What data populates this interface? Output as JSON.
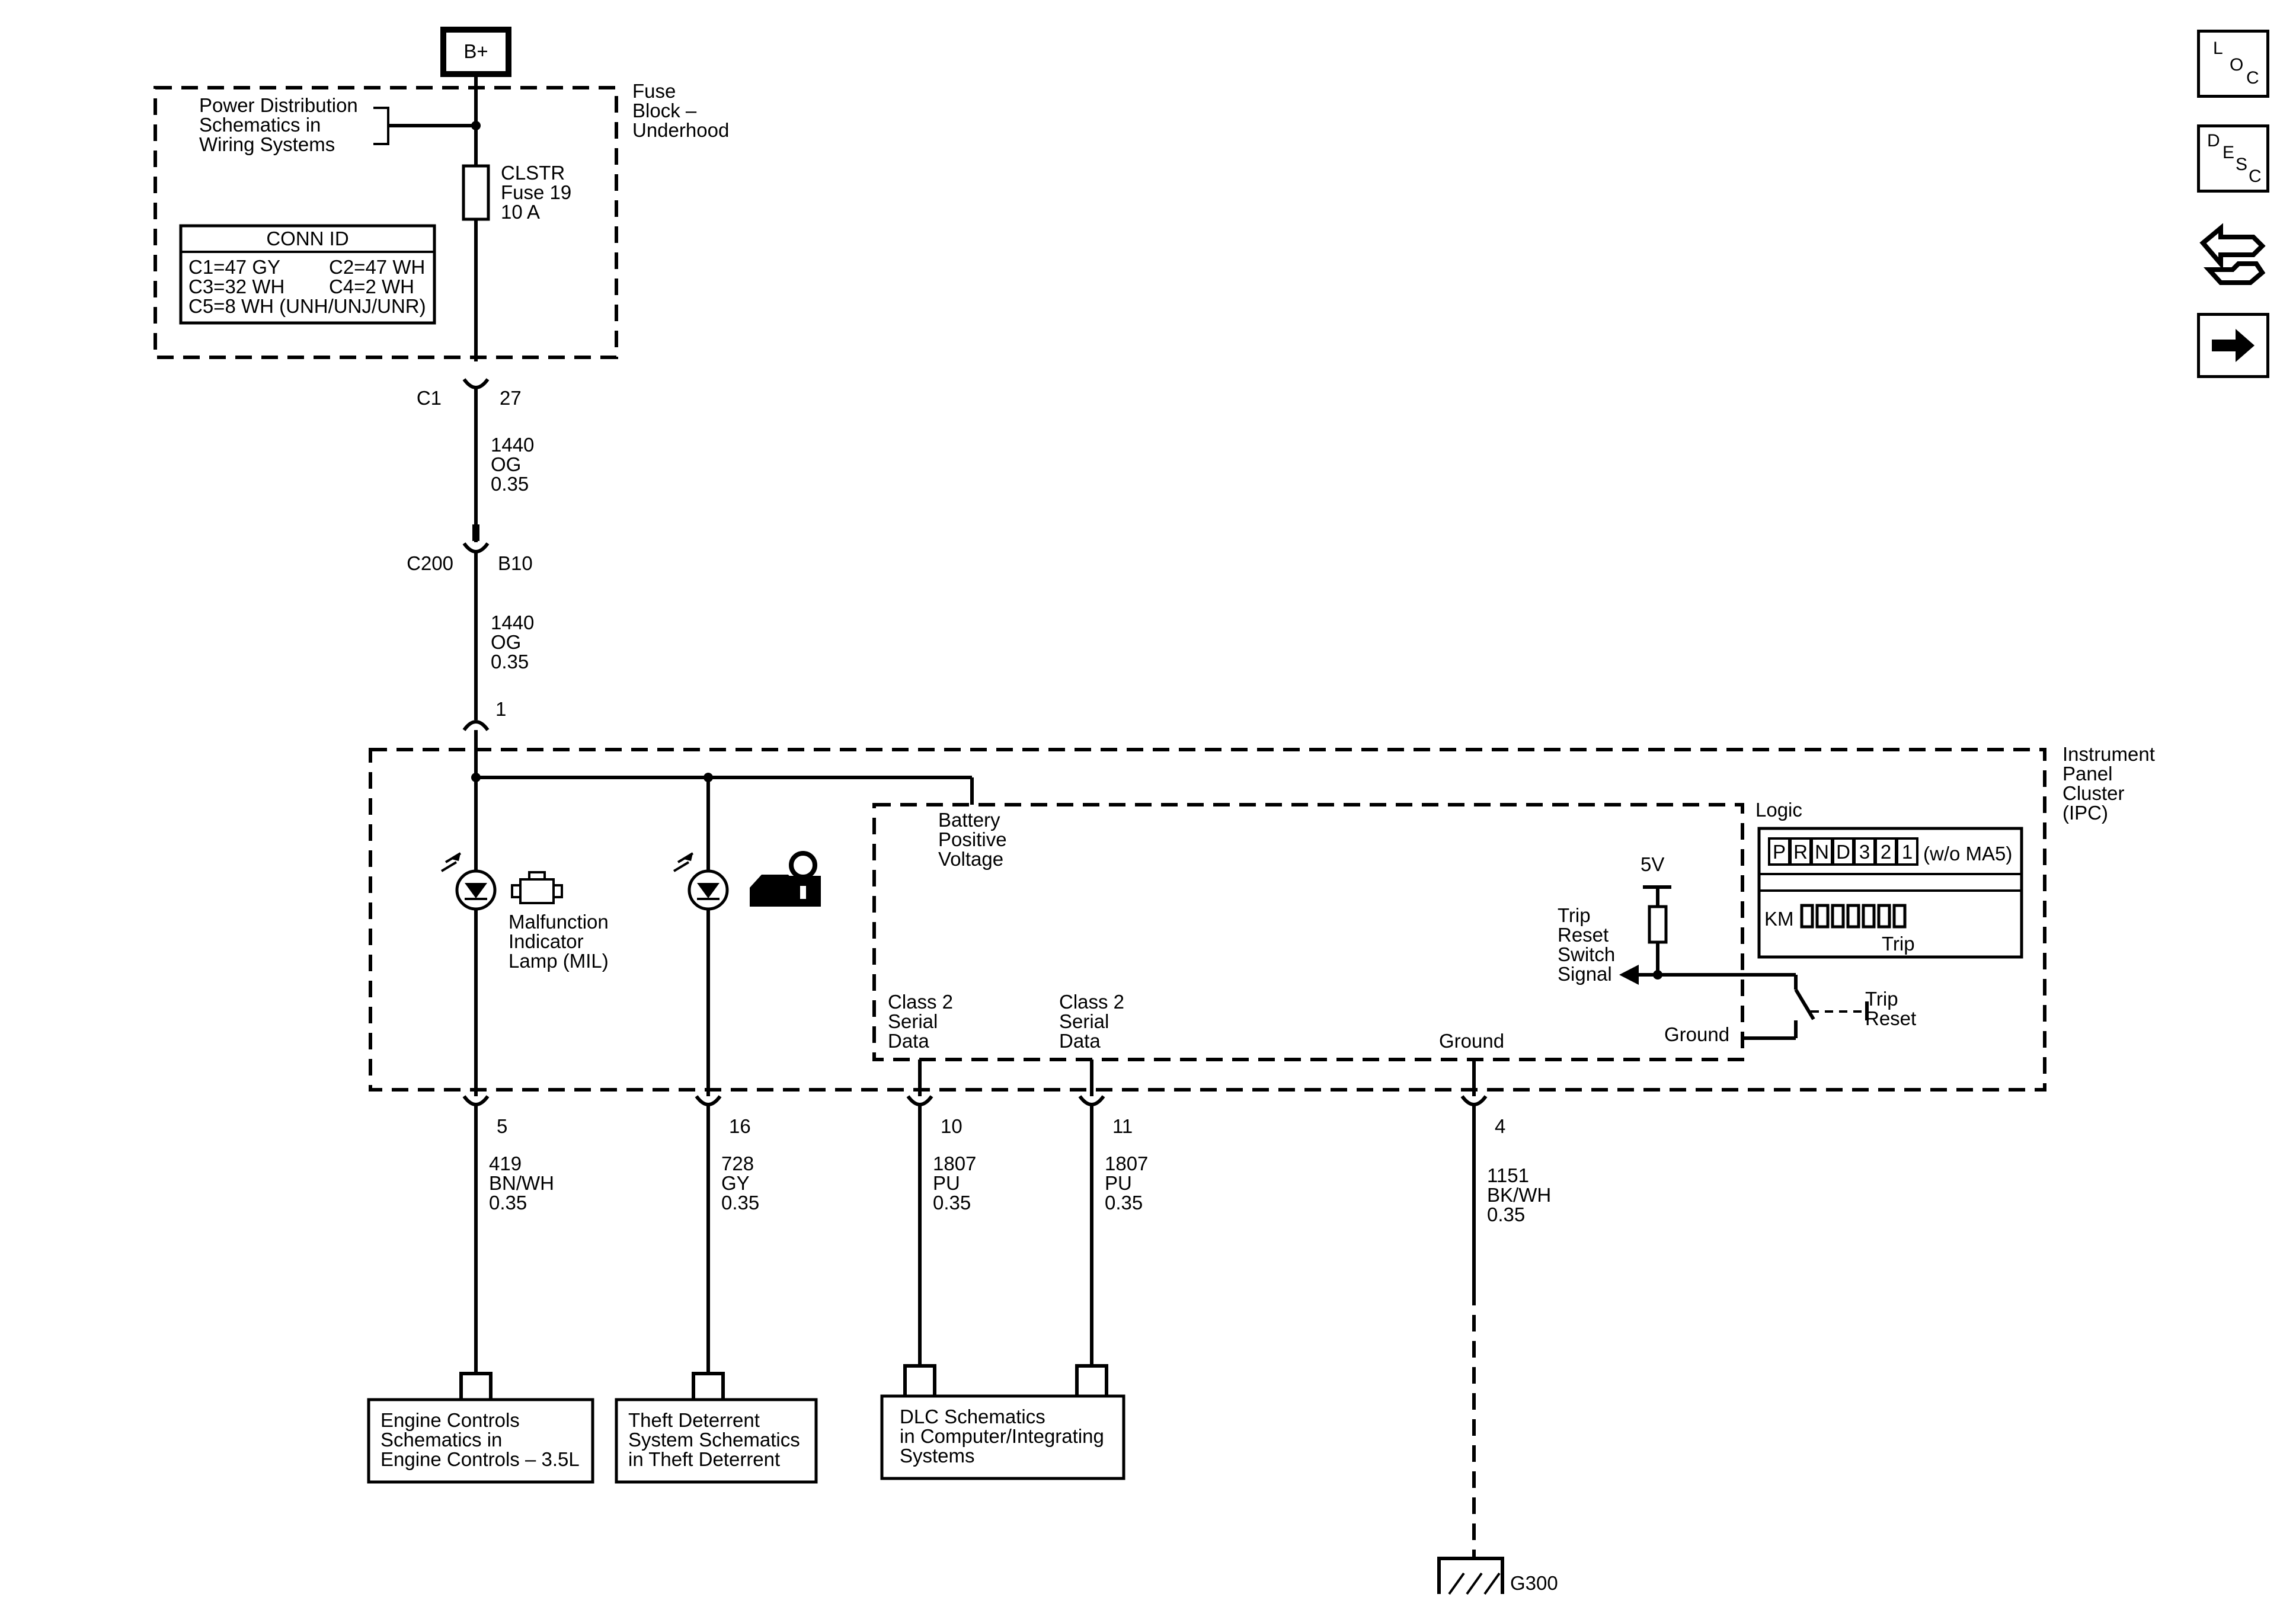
{
  "power": {
    "source": "B+"
  },
  "fuse_block": {
    "name": "Fuse Block – Underhood",
    "ref": "Power Distribution Schematics in Wiring Systems",
    "fuse_name": "CLSTR",
    "fuse_num": "Fuse 19",
    "fuse_rating": "10 A",
    "conn_title": "CONN ID",
    "c1": "C1=47 GY",
    "c2": "C2=47 WH",
    "c3": "C3=32 WH",
    "c4": "C4=2 WH",
    "c5": "C5=8 WH (UNH/UNJ/UNR)"
  },
  "connectors": {
    "c1": {
      "name": "C1",
      "pin": "27"
    },
    "c200": {
      "name": "C200",
      "pin": "B10"
    },
    "ipc_in": {
      "pin": "1"
    }
  },
  "wires": {
    "w1": {
      "circuit": "1440",
      "color": "OG",
      "size": "0.35"
    },
    "w2": {
      "circuit": "1440",
      "color": "OG",
      "size": "0.35"
    }
  },
  "ipc": {
    "name": "Instrument Panel Cluster (IPC)",
    "logic": "Logic",
    "batt": "Battery Positive Voltage",
    "mil": "Malfunction Indicator Lamp (MIL)",
    "class2a": "Class 2 Serial Data",
    "class2b": "Class 2 Serial Data",
    "ground": "Ground",
    "ground2": "Ground",
    "v5": "5V",
    "trip_signal": "Trip Reset Switch Signal",
    "trip_reset": "Trip Reset",
    "prnd": [
      "P",
      "R",
      "N",
      "D",
      "3",
      "2",
      "1"
    ],
    "prnd_note": "(w/o MA5)",
    "km": "KM",
    "trip": "Trip"
  },
  "outputs": [
    {
      "pin": "5",
      "circuit": "419",
      "color": "BN/WH",
      "size": "0.35"
    },
    {
      "pin": "16",
      "circuit": "728",
      "color": "GY",
      "size": "0.35"
    },
    {
      "pin": "10",
      "circuit": "1807",
      "color": "PU",
      "size": "0.35"
    },
    {
      "pin": "11",
      "circuit": "1807",
      "color": "PU",
      "size": "0.35"
    },
    {
      "pin": "4",
      "circuit": "1151",
      "color": "BK/WH",
      "size": "0.35"
    }
  ],
  "refs": {
    "engine": "Engine Controls Schematics in Engine Controls – 3.5L",
    "theft": "Theft Deterrent System Schematics in Theft Deterrent",
    "dlc": "DLC Schematics in Computer/Integrating Systems"
  },
  "ground_point": "G300",
  "nav": {
    "loc": [
      "L",
      "O",
      "C"
    ],
    "desc": [
      "D",
      "E",
      "S",
      "C"
    ],
    "icons": [
      "connector-end-view-icon",
      "next-arrow-icon"
    ]
  }
}
